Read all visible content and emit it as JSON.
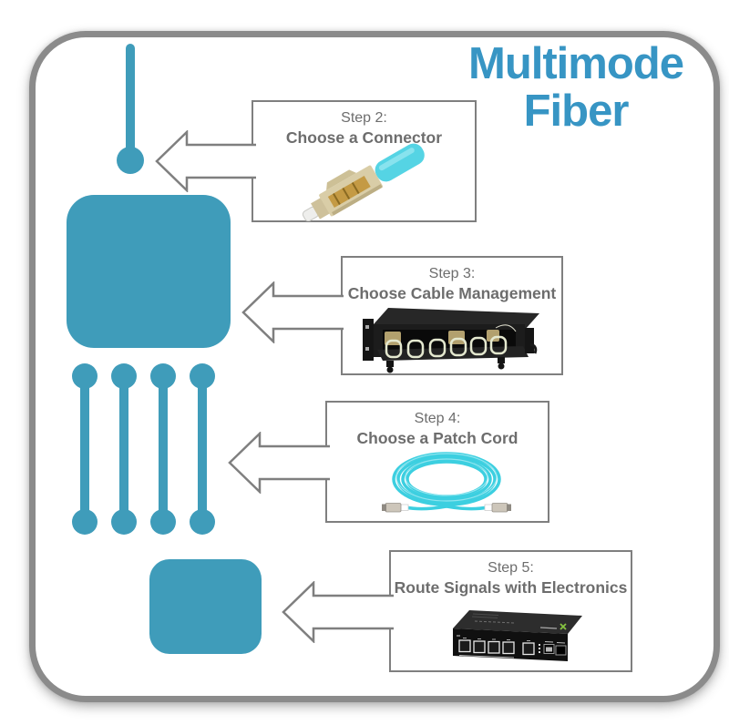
{
  "header": {
    "line1": "Multimode",
    "line2": "Fiber"
  },
  "steps": [
    {
      "label": "Step 2:",
      "title": "Choose a Connector",
      "image": "lc-fiber-connector-photo"
    },
    {
      "label": "Step 3:",
      "title": "Choose Cable Management",
      "image": "rack-mount-cable-manager-photo"
    },
    {
      "label": "Step 4:",
      "title": "Choose a Patch Cord",
      "image": "aqua-fiber-patch-cord-photo"
    },
    {
      "label": "Step 5:",
      "title": "Route Signals with Electronics",
      "image": "fiber-ethernet-switch-photo"
    }
  ],
  "diagram": {
    "shapes": [
      "incoming-fiber-line-with-node",
      "fiber-enclosure-square",
      "four-patch-cords",
      "electronics-square"
    ]
  },
  "colors": {
    "teal_shape": "#3f9cba",
    "title_blue": "#3795c4",
    "box_border": "#7f7f7f",
    "text_gray": "#6d6d6d",
    "outer_border": "#8b8b8b",
    "aqua_cable": "#3ccfe0"
  }
}
